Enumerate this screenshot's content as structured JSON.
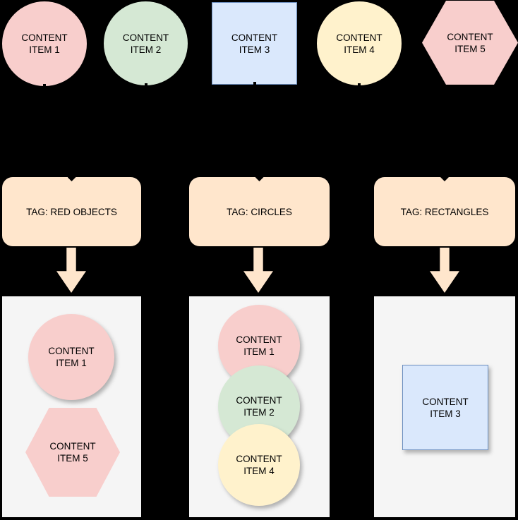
{
  "diagram": {
    "top_items": [
      {
        "label": "CONTENT ITEM 1",
        "shape": "circle",
        "fill": "#F8CECC"
      },
      {
        "label": "CONTENT ITEM 2",
        "shape": "circle",
        "fill": "#D5E8D4"
      },
      {
        "label": "CONTENT ITEM 3",
        "shape": "rectangle",
        "fill": "#DAE8FC",
        "stroke": "#6C8EBF"
      },
      {
        "label": "CONTENT ITEM 4",
        "shape": "circle",
        "fill": "#FFF2CC"
      },
      {
        "label": "CONTENT ITEM 5",
        "shape": "hexagon",
        "fill": "#F8CECC"
      }
    ],
    "tags": [
      {
        "label": "TAG: RED OBJECTS",
        "fill": "#FFE6CC"
      },
      {
        "label": "TAG: CIRCLES",
        "fill": "#FFE6CC"
      },
      {
        "label": "TAG: RECTANGLES",
        "fill": "#FFE6CC"
      }
    ],
    "groups": [
      {
        "tag_label": "TAG: RED OBJECTS",
        "container_fill": "#F5F5F5",
        "items": [
          {
            "label": "CONTENT ITEM 1",
            "shape": "circle",
            "fill": "#F8CECC"
          },
          {
            "label": "CONTENT ITEM 5",
            "shape": "hexagon",
            "fill": "#F8CECC"
          }
        ]
      },
      {
        "tag_label": "TAG: CIRCLES",
        "container_fill": "#F5F5F5",
        "items": [
          {
            "label": "CONTENT ITEM 1",
            "shape": "circle",
            "fill": "#F8CECC"
          },
          {
            "label": "CONTENT ITEM 2",
            "shape": "circle",
            "fill": "#D5E8D4"
          },
          {
            "label": "CONTENT ITEM 4",
            "shape": "circle",
            "fill": "#FFF2CC"
          }
        ]
      },
      {
        "tag_label": "TAG: RECTANGLES",
        "container_fill": "#F5F5F5",
        "items": [
          {
            "label": "CONTENT ITEM 3",
            "shape": "rectangle",
            "fill": "#DAE8FC"
          }
        ]
      }
    ],
    "colors": {
      "background": "#000000",
      "tag_fill": "#FFE6CC",
      "arrow_fill": "#FFE6CC",
      "container_fill": "#F5F5F5",
      "pink": "#F8CECC",
      "green": "#D5E8D4",
      "blue": "#DAE8FC",
      "yellow": "#FFF2CC",
      "blue_stroke": "#6C8EBF",
      "text": "#000000"
    }
  }
}
